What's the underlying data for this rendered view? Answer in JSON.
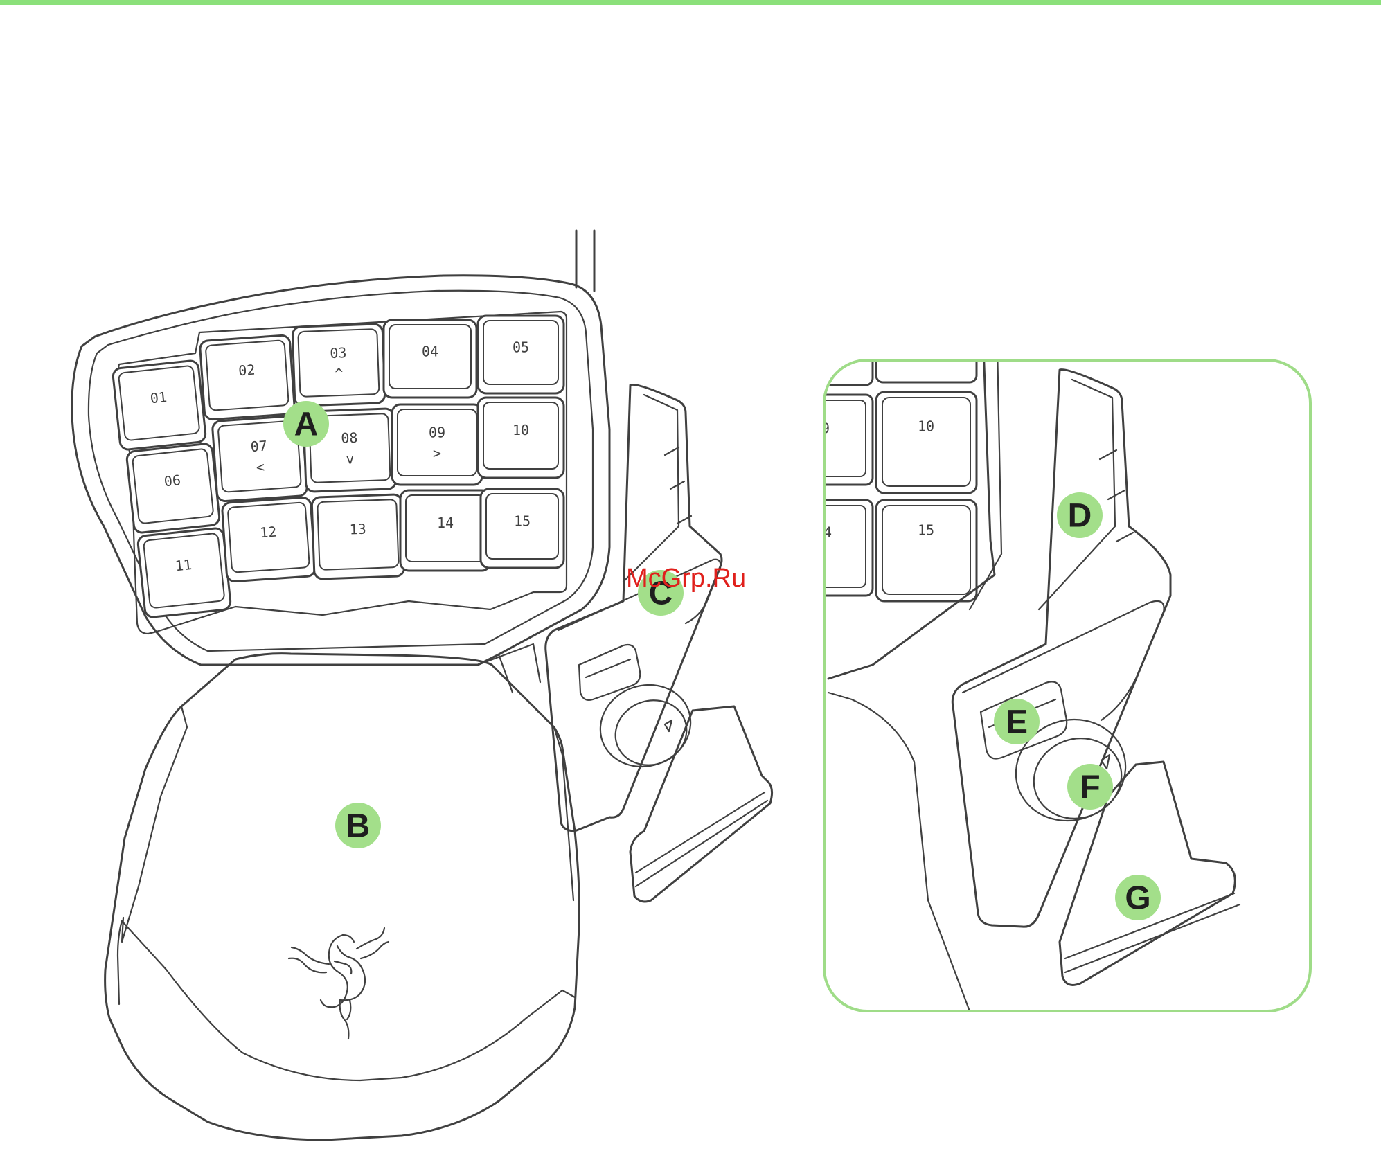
{
  "colors": {
    "accent": "#8be07a",
    "callout_fill": "#a3df8a",
    "inset_border": "#9fdc88",
    "line": "#404040",
    "watermark": "#e0201c"
  },
  "keys": [
    {
      "id": "k01",
      "label": "01"
    },
    {
      "id": "k02",
      "label": "02"
    },
    {
      "id": "k03",
      "label": "03",
      "arrow": "^"
    },
    {
      "id": "k04",
      "label": "04"
    },
    {
      "id": "k05",
      "label": "05"
    },
    {
      "id": "k06",
      "label": "06"
    },
    {
      "id": "k07",
      "label": "07",
      "arrow": "<"
    },
    {
      "id": "k08",
      "label": "08",
      "arrow": "v"
    },
    {
      "id": "k09",
      "label": "09",
      "arrow": ">"
    },
    {
      "id": "k10",
      "label": "10"
    },
    {
      "id": "k11",
      "label": "11"
    },
    {
      "id": "k12",
      "label": "12"
    },
    {
      "id": "k13",
      "label": "13"
    },
    {
      "id": "k14",
      "label": "14"
    },
    {
      "id": "k15",
      "label": "15"
    }
  ],
  "inset_keys": [
    {
      "id": "i10",
      "label": "10"
    },
    {
      "id": "i15",
      "label": "15"
    }
  ],
  "callouts": [
    "A",
    "B",
    "C",
    "D",
    "E",
    "F",
    "G"
  ],
  "watermark": "McGrp.Ru",
  "logo": "razer-snake-logo"
}
